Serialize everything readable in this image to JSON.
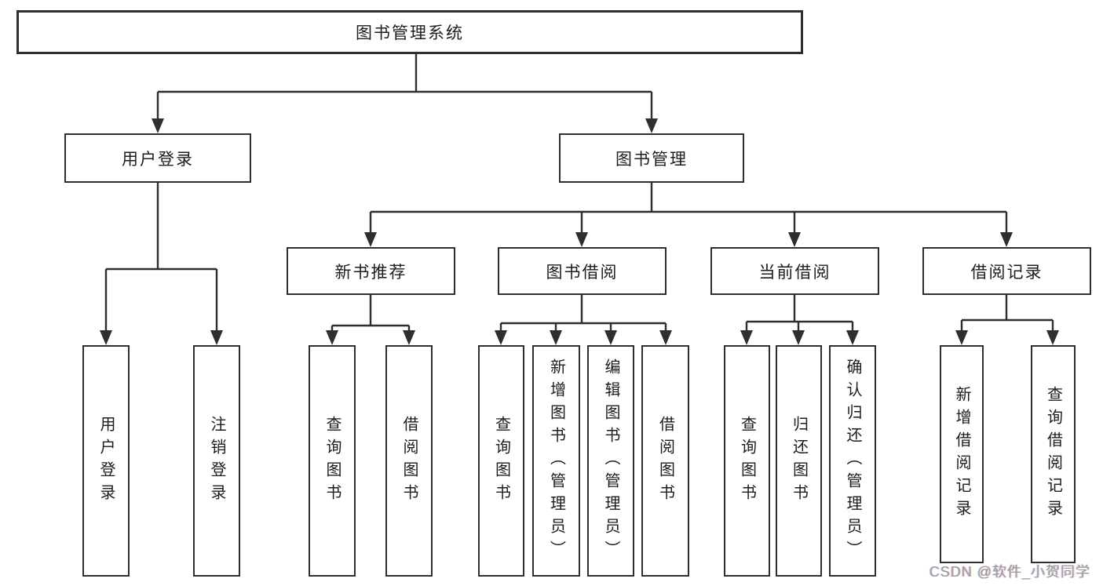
{
  "diagram_type": "tree",
  "watermark": "CSDN @软件_小贺同学",
  "colors": {
    "background": "#ffffff",
    "line": "#2e2e2e",
    "box_border": "#2e2e2e",
    "text": "#1c1c1c",
    "watermark": "#9c9c9c"
  },
  "tree": {
    "label": "图书管理系统",
    "children": [
      {
        "label": "用户登录",
        "children": [
          {
            "label": "用户登录"
          },
          {
            "label": "注销登录"
          }
        ]
      },
      {
        "label": "图书管理",
        "children": [
          {
            "label": "新书推荐",
            "children": [
              {
                "label": "查询图书"
              },
              {
                "label": "借阅图书"
              }
            ]
          },
          {
            "label": "图书借阅",
            "children": [
              {
                "label": "查询图书"
              },
              {
                "label": "新增图书（管理员）"
              },
              {
                "label": "编辑图书（管理员）"
              },
              {
                "label": "借阅图书"
              }
            ]
          },
          {
            "label": "当前借阅",
            "children": [
              {
                "label": "查询图书"
              },
              {
                "label": "归还图书"
              },
              {
                "label": "确认归还（管理员）"
              }
            ]
          },
          {
            "label": "借阅记录",
            "children": [
              {
                "label": "新增借阅记录"
              },
              {
                "label": "查询借阅记录"
              }
            ]
          }
        ]
      }
    ]
  }
}
